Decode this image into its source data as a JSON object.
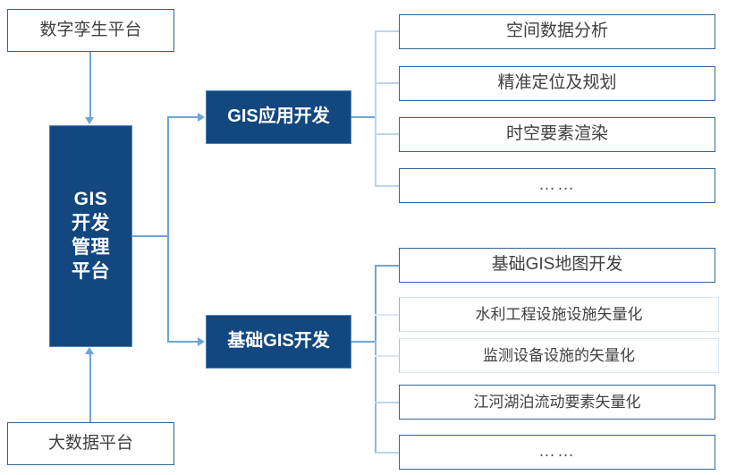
{
  "diagram": {
    "type": "hierarchy-tree",
    "title_text": "",
    "colors": {
      "filled_fill": "#12477F",
      "filled_border": "#4E86C0",
      "outline_border": "#2E659C",
      "outline_fill": "#FFFFFF",
      "outline_text": "#404040",
      "filled_text": "#FFFFFF",
      "connector": "#6FA3DA",
      "connector_pale": "#BCD4EC",
      "background": "#FFFFFF"
    },
    "inputs": [
      {
        "id": "digital-twin-platform",
        "label": "数字孪生平台",
        "style": "outline"
      },
      {
        "id": "big-data-platform",
        "label": "大数据平台",
        "style": "outline"
      }
    ],
    "core": {
      "id": "gis-dev-management-platform",
      "label": "GIS\n开发\n管理\n平台",
      "style": "filled"
    },
    "branches": [
      {
        "id": "gis-application-development",
        "label": "GIS应用开发",
        "style": "filled",
        "children": [
          {
            "id": "spatial-data-analysis",
            "label": "空间数据分析",
            "style": "outline"
          },
          {
            "id": "precise-positioning-planning",
            "label": "精准定位及规划",
            "style": "outline"
          },
          {
            "id": "spatiotemporal-element-rendering",
            "label": "时空要素渲染",
            "style": "outline"
          },
          {
            "id": "more-1",
            "label": "……",
            "style": "outline"
          }
        ]
      },
      {
        "id": "basic-gis-development",
        "label": "基础GIS开发",
        "style": "filled",
        "children": [
          {
            "id": "basic-gis-map-development",
            "label": "基础GIS地图开发",
            "style": "outline"
          },
          {
            "id": "water-conservancy-facility-vectorization",
            "label": "水利工程设施设施矢量化",
            "style": "outline-faded"
          },
          {
            "id": "monitoring-equipment-vectorization",
            "label": "监测设备设施的矢量化",
            "style": "outline-faded"
          },
          {
            "id": "river-lake-flow-element-vectorization",
            "label": "江河湖泊流动要素矢量化",
            "style": "outline"
          },
          {
            "id": "more-2",
            "label": "……",
            "style": "outline"
          }
        ]
      }
    ],
    "connectors": [
      {
        "id": "digital-twin-to-core",
        "from": "digital-twin-platform",
        "to": "gis-dev-management-platform",
        "arrow": "down"
      },
      {
        "id": "big-data-to-core",
        "from": "big-data-platform",
        "to": "gis-dev-management-platform",
        "arrow": "up"
      },
      {
        "id": "core-to-gis-application",
        "from": "gis-dev-management-platform",
        "to": "gis-application-development",
        "arrow": "right"
      },
      {
        "id": "core-to-basic-gis",
        "from": "gis-dev-management-platform",
        "to": "basic-gis-development",
        "arrow": "right"
      }
    ]
  }
}
